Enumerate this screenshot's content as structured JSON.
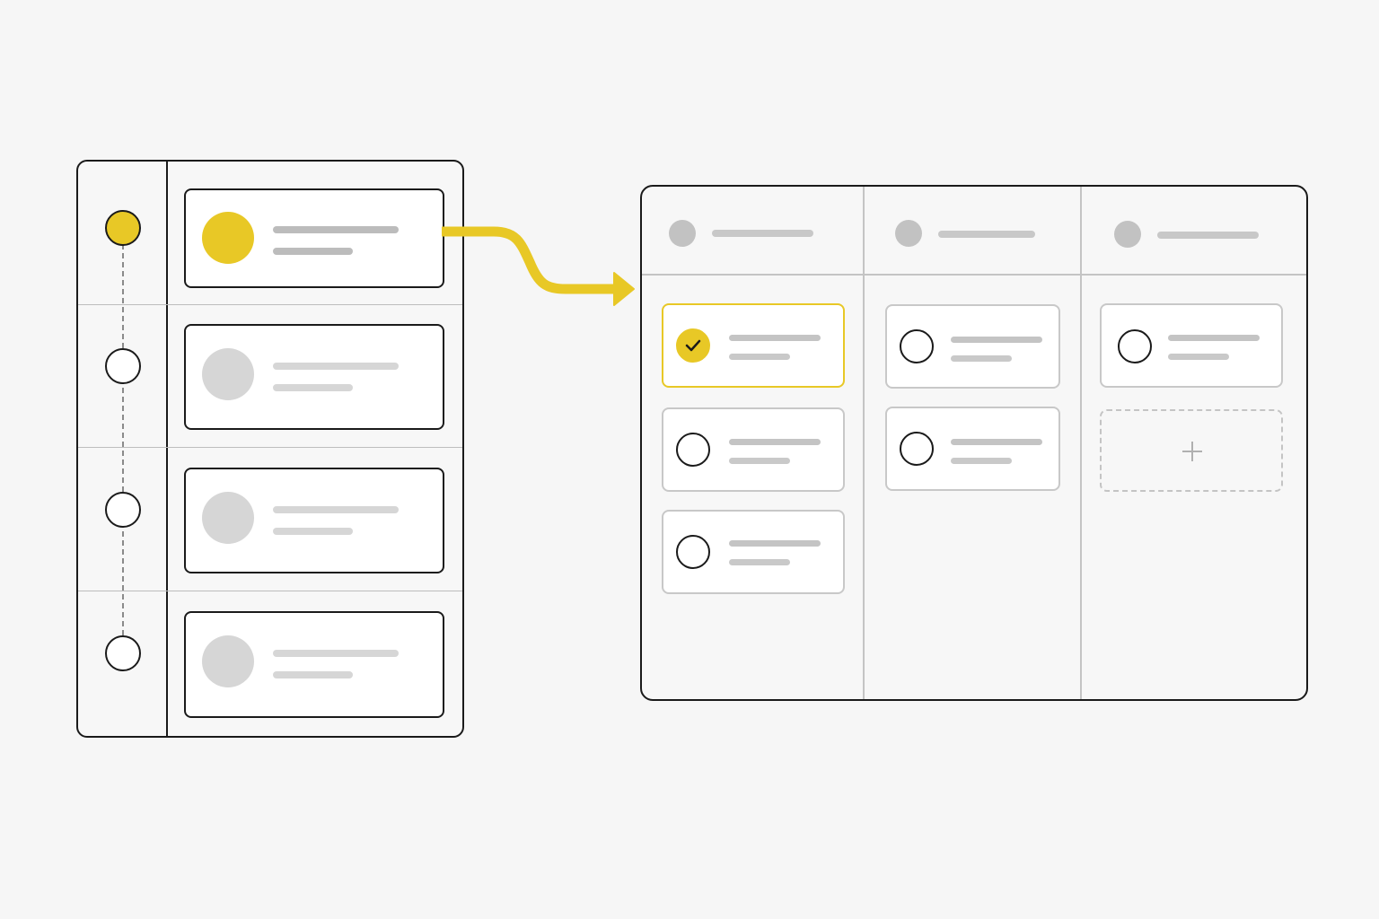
{
  "colors": {
    "accent": "#e8c826",
    "outline": "#1a1a1a",
    "placeholder": "#d6d6d6",
    "divider": "#c4c4c4",
    "background": "#f6f6f6"
  },
  "left_list": {
    "steps": [
      {
        "state": "active"
      },
      {
        "state": "inactive"
      },
      {
        "state": "inactive"
      },
      {
        "state": "inactive"
      }
    ]
  },
  "connector": {
    "icon": "arrow-right-icon"
  },
  "board": {
    "columns": [
      {
        "header_icon": "column-avatar-icon",
        "cards": [
          {
            "state": "done"
          },
          {
            "state": "todo"
          },
          {
            "state": "todo"
          }
        ]
      },
      {
        "header_icon": "column-avatar-icon",
        "cards": [
          {
            "state": "todo"
          },
          {
            "state": "todo"
          }
        ]
      },
      {
        "header_icon": "column-avatar-icon",
        "cards": [
          {
            "state": "todo"
          }
        ],
        "add_card_icon": "plus-icon"
      }
    ]
  }
}
